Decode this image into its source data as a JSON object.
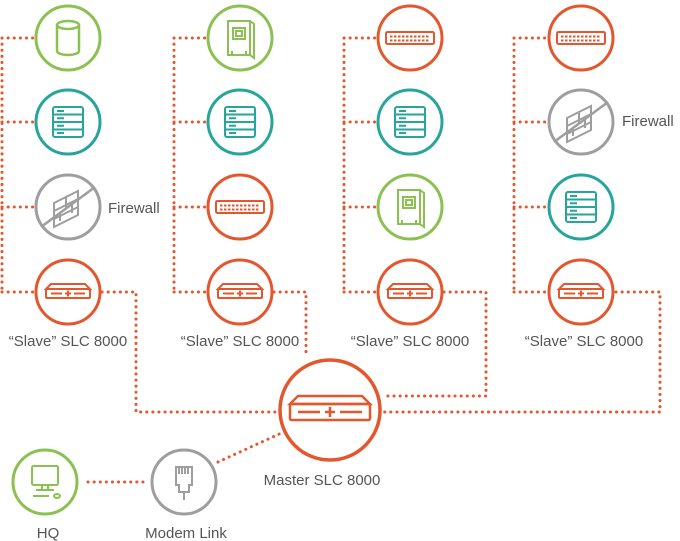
{
  "colors": {
    "orange": "#e4572e",
    "green": "#8cc152",
    "teal": "#26a69a",
    "gray": "#9e9e9e",
    "dots": "#e4572e",
    "text": "#555555"
  },
  "labels": {
    "firewall_1": "Firewall",
    "firewall_4": "Firewall",
    "slave_1": "“Slave” SLC 8000",
    "slave_2": "“Slave” SLC 8000",
    "slave_3": "“Slave” SLC 8000",
    "slave_4": "“Slave” SLC 8000",
    "master": "Master SLC 8000",
    "hq": "HQ",
    "modem": "Modem Link"
  },
  "columns": [
    {
      "devices": [
        "database-icon",
        "server-rack-icon",
        "firewall-icon",
        "slc-console-server-icon"
      ]
    },
    {
      "devices": [
        "power-distribution-icon",
        "server-rack-icon",
        "network-switch-icon",
        "slc-console-server-icon"
      ]
    },
    {
      "devices": [
        "network-switch-icon",
        "server-rack-icon",
        "power-distribution-icon",
        "slc-console-server-icon"
      ]
    },
    {
      "devices": [
        "network-switch-icon",
        "firewall-icon",
        "server-rack-icon",
        "slc-console-server-icon"
      ]
    }
  ]
}
